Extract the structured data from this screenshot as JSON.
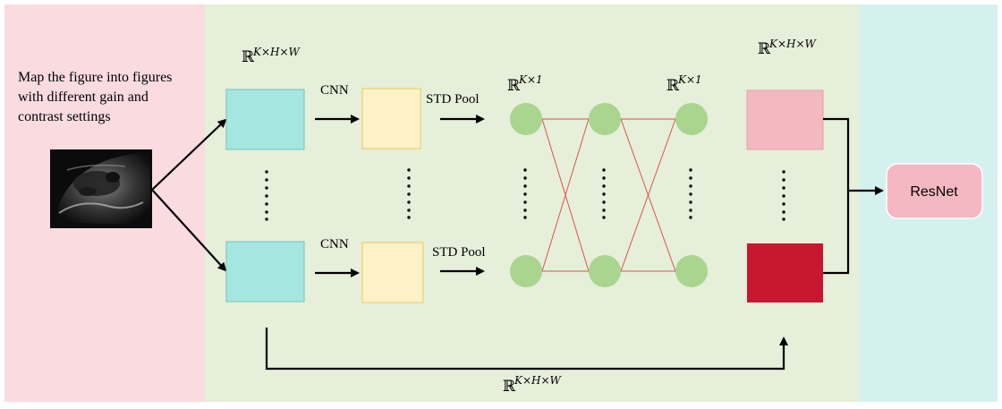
{
  "description_text": [
    "Map the figure into figures",
    "with different gain and",
    "contrast settings"
  ],
  "labels": {
    "cnn_top": "CNN",
    "cnn_bottom": "CNN",
    "std_pool_top": "STD Pool",
    "std_pool_bottom": "STD Pool",
    "resnet": "ResNet"
  },
  "dims": {
    "input_feature": {
      "base": "ℝ",
      "sup": "K×H×W"
    },
    "vec_left": {
      "base": "ℝ",
      "sup": "K×1"
    },
    "vec_right": {
      "base": "ℝ",
      "sup": "K×1"
    },
    "output_feature": {
      "base": "ℝ",
      "sup": "K×H×W"
    },
    "skip": {
      "base": "ℝ",
      "sup": "K×H×W"
    }
  },
  "colors": {
    "panel_left": "#f9dbe0",
    "panel_mid": "#e5efd9",
    "panel_right": "#d4f1ef",
    "input_map": "#a6e6e0",
    "cnn_map": "#fdf1c8",
    "node": "#a9d58f",
    "connection": "#d9534f",
    "output_top": "#f3b8c0",
    "output_bottom": "#c8182f",
    "resnet": "#f5b8c2"
  },
  "icons": [
    "ultrasound-image",
    "arrow-icon",
    "ellipsis-dots"
  ]
}
